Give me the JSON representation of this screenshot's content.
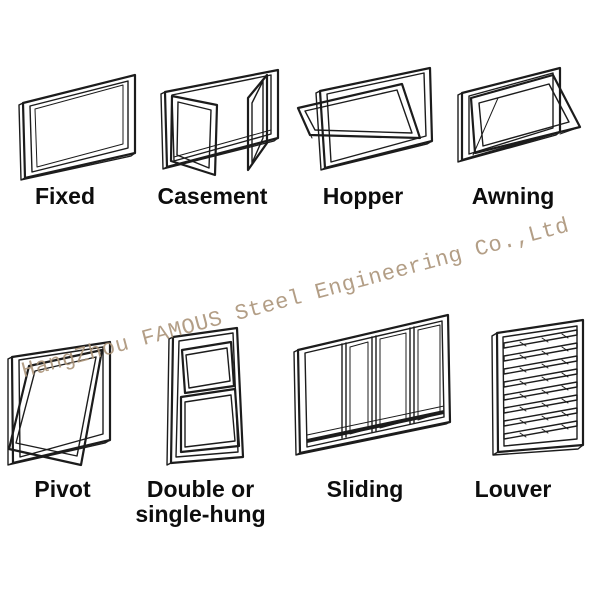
{
  "watermark": {
    "text": "HangZhou FAMOUS Steel Engineering Co.,Ltd",
    "color": "#ab9479"
  },
  "colors": {
    "background": "#ffffff",
    "line": "#1c1c1c",
    "label_text": "#0d0d0d"
  },
  "windows": [
    {
      "id": "fixed",
      "label": "Fixed"
    },
    {
      "id": "casement",
      "label": "Casement"
    },
    {
      "id": "hopper",
      "label": "Hopper"
    },
    {
      "id": "awning",
      "label": "Awning"
    },
    {
      "id": "pivot",
      "label": "Pivot"
    },
    {
      "id": "double-hung",
      "label": "Double or single-hung"
    },
    {
      "id": "sliding",
      "label": "Sliding"
    },
    {
      "id": "louver",
      "label": "Louver"
    }
  ]
}
